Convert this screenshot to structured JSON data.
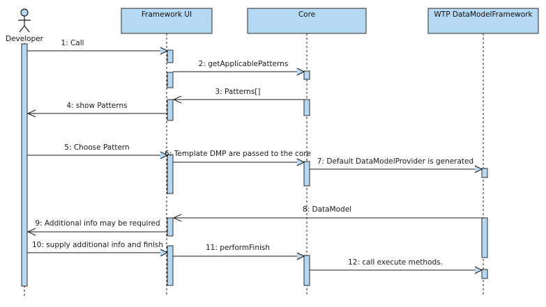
{
  "actor": {
    "label": "Developer"
  },
  "lifelines": [
    {
      "id": "framework_ui",
      "label": "Framework UI"
    },
    {
      "id": "core",
      "label": "Core"
    },
    {
      "id": "wtp",
      "label": "WTP DataModelFramework"
    }
  ],
  "messages": [
    {
      "label": "1: Call",
      "from": "developer",
      "to": "framework_ui"
    },
    {
      "label": "2: getApplicablePatterns",
      "from": "framework_ui",
      "to": "core"
    },
    {
      "label": "3: Patterns[]",
      "from": "core",
      "to": "framework_ui"
    },
    {
      "label": "4: show Patterns",
      "from": "framework_ui",
      "to": "developer"
    },
    {
      "label": "5: Choose Pattern",
      "from": "developer",
      "to": "framework_ui"
    },
    {
      "label": "6: Template DMP are passed to the core",
      "from": "framework_ui",
      "to": "core"
    },
    {
      "label": "7: Default DataModelProvider is generated",
      "from": "core",
      "to": "wtp"
    },
    {
      "label": "8: DataModel",
      "from": "wtp",
      "to": "framework_ui"
    },
    {
      "label": "9: Additional info may be required",
      "from": "framework_ui",
      "to": "developer"
    },
    {
      "label": "10: supply additional info and finish",
      "from": "developer",
      "to": "framework_ui"
    },
    {
      "label": "11: performFinish",
      "from": "framework_ui",
      "to": "core"
    },
    {
      "label": "12: call execute methods.",
      "from": "core",
      "to": "wtp"
    }
  ],
  "colors": {
    "box_fill": "#b5d9f2",
    "box_stroke": "#2b2b2b",
    "line": "#1a1a1a",
    "text": "#1a1a1a"
  }
}
